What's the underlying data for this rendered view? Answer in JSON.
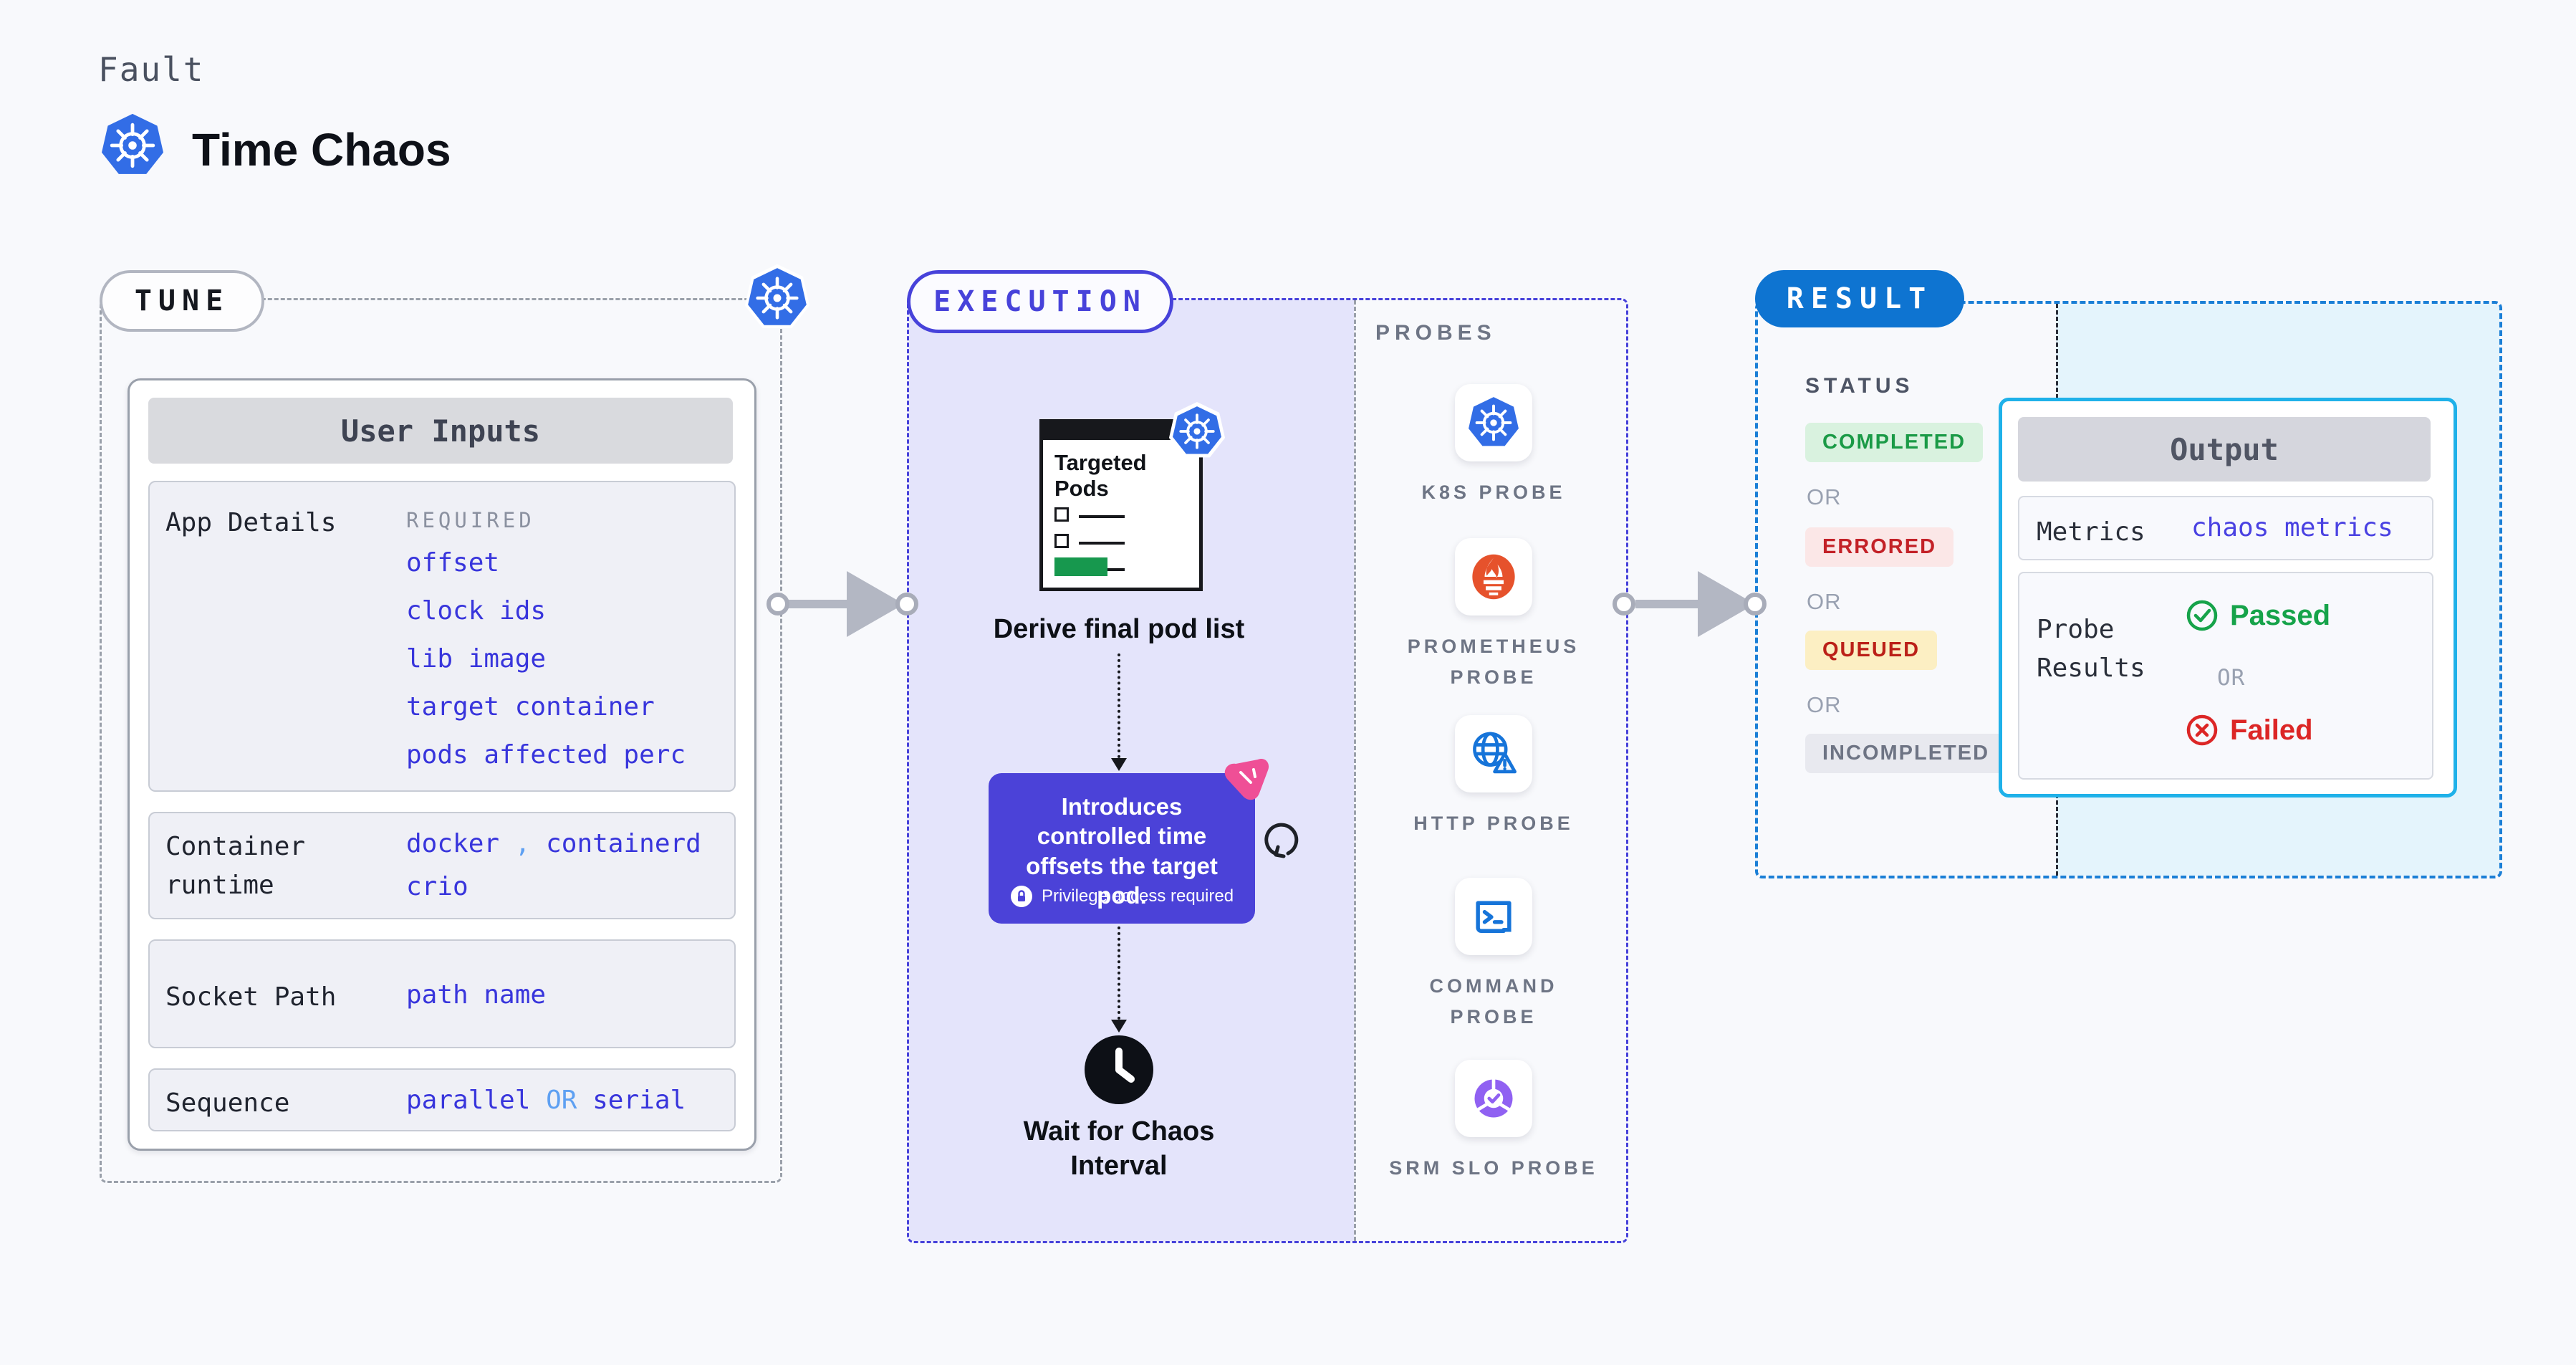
{
  "header": {
    "eyebrow": "Fault",
    "title": "Time Chaos"
  },
  "tune": {
    "pill": "TUNE",
    "card_title": "User Inputs",
    "app_details": {
      "label": "App Details",
      "tag": "REQUIRED",
      "links": [
        "offset",
        "clock ids",
        "lib image",
        "target container",
        "pods affected perc"
      ]
    },
    "container_runtime": {
      "label": "Container runtime",
      "part1": "docker",
      "comma": ",",
      "part2": "containerd",
      "part3": "crio"
    },
    "socket_path": {
      "label": "Socket Path",
      "value": "path name"
    },
    "sequence": {
      "label": "Sequence",
      "option1": "parallel",
      "or": "OR",
      "option2": "serial"
    }
  },
  "execution": {
    "pill": "EXECUTION",
    "targeted_pods_title": "Targeted Pods",
    "derive_label": "Derive final pod list",
    "tooltip": {
      "text": "Introduces controlled time offsets the target pod.",
      "badge": "Privilege access required"
    },
    "wait_label": "Wait for Chaos Interval",
    "probes": {
      "heading": "PROBES",
      "items": [
        {
          "name": "K8S PROBE",
          "icon": "kubernetes-icon"
        },
        {
          "name": "PROMETHEUS PROBE",
          "icon": "prometheus-icon"
        },
        {
          "name": "HTTP PROBE",
          "icon": "http-globe-icon"
        },
        {
          "name": "COMMAND PROBE",
          "icon": "terminal-icon"
        },
        {
          "name": "SRM SLO PROBE",
          "icon": "srm-slo-icon"
        }
      ]
    }
  },
  "result": {
    "pill": "RESULT",
    "status": {
      "heading": "STATUS",
      "or": "OR",
      "badges": [
        {
          "label": "COMPLETED",
          "type": "success"
        },
        {
          "label": "ERRORED",
          "type": "error"
        },
        {
          "label": "QUEUED",
          "type": "warning"
        },
        {
          "label": "INCOMPLETED",
          "type": "neutral"
        }
      ]
    },
    "output": {
      "title": "Output",
      "metrics_label": "Metrics",
      "metrics_value": "chaos metrics",
      "probe_results_label": "Probe Results",
      "passed": "Passed",
      "or": "OR",
      "failed": "Failed"
    }
  },
  "colors": {
    "kubernetes_blue": "#326de6",
    "indigo_accent": "#4742da",
    "tooltip_purple": "#4b42d8",
    "result_blue": "#0e74d1",
    "output_border_cyan": "#1fb1e9",
    "link_blue": "#3835dc",
    "light_blue": "#5ea0f2",
    "success_green": "#1a9a46",
    "error_red": "#c32127",
    "warning_yellow_bg": "#fcefc3",
    "prometheus_orange": "#e6522c",
    "litmus_pink": "#ef4f96",
    "arrow_gray": "#b3b7c3"
  }
}
